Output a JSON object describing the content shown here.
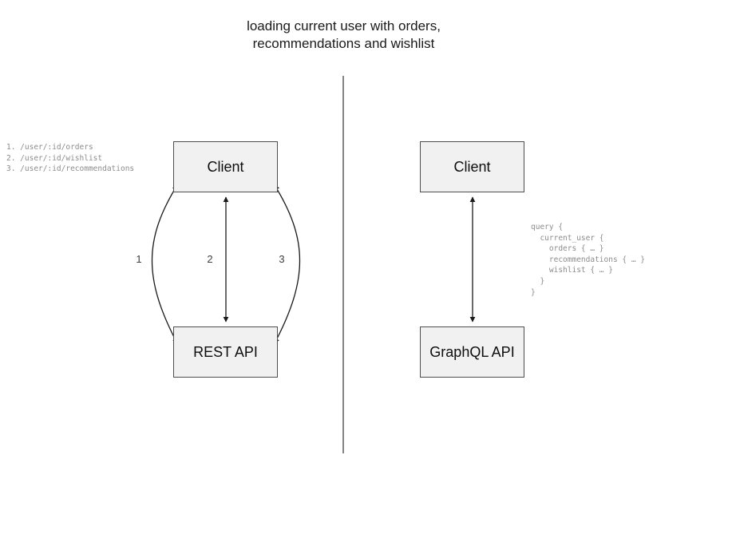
{
  "diagram": {
    "title": "loading current user with orders,\nrecommendations and wishlist",
    "divider": {
      "name": "vertical-divider",
      "color": "#666666"
    },
    "left_panel": {
      "name": "rest-api-comparison-panel",
      "nodes": [
        {
          "id": "client-rest",
          "label": "Client"
        },
        {
          "id": "rest-api",
          "label": "REST API"
        }
      ],
      "edges": [
        {
          "id": "edge-1",
          "label": "1",
          "shape": "curve-left",
          "direction": "bidirectional"
        },
        {
          "id": "edge-2",
          "label": "2",
          "shape": "straight",
          "direction": "bidirectional"
        },
        {
          "id": "edge-3",
          "label": "3",
          "shape": "curve-right",
          "direction": "bidirectional"
        }
      ],
      "endpoint_list": "1. /user/:id/orders\n2. /user/:id/wishlist\n3. /user/:id/recommendations"
    },
    "right_panel": {
      "name": "graphql-api-comparison-panel",
      "nodes": [
        {
          "id": "client-graphql",
          "label": "Client"
        },
        {
          "id": "graphql-api",
          "label": "GraphQL API"
        }
      ],
      "edges": [
        {
          "id": "edge-graphql",
          "label": "",
          "shape": "straight",
          "direction": "bidirectional"
        }
      ],
      "query": "query {\n  current_user {\n    orders { … }\n    recommendations { … }\n    wishlist { … }\n  }\n}"
    },
    "colors": {
      "box_fill": "#f1f1f1",
      "box_border": "#4d4d4d",
      "edge_stroke": "#1a1a1a",
      "code_text": "#8c8c8c",
      "label_text": "#3d3d3d"
    }
  }
}
